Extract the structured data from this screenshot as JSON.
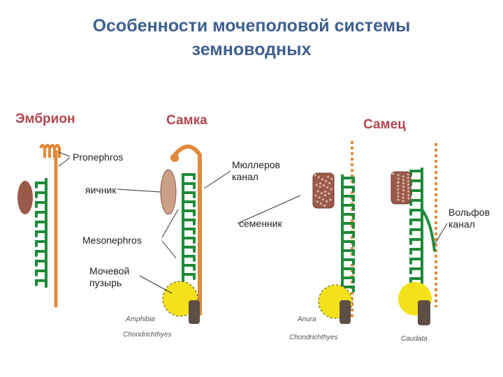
{
  "title": {
    "line1": "Особенности мочеполовой системы",
    "line2": "земноводных"
  },
  "sections": {
    "embryo": "Эмбрион",
    "female": "Самка",
    "male": "Самец"
  },
  "labels": {
    "pronephros": "Pronephros",
    "ovary": "яичник",
    "mesonephros": "Mesonephros",
    "bladder_1": "Мочевой",
    "bladder_2": "пузырь",
    "muller_1": "Мюллеров",
    "muller_2": "канал",
    "testis": "семенник",
    "wolff_1": "Вольфов",
    "wolff_2": "канал"
  },
  "taxa": {
    "amphibia": "Amphibia",
    "chondrichthyes_1": "Chondrichthyes",
    "anura": "Anura",
    "chondrichthyes_2": "Chondrichthyes",
    "caudata": "Caudata"
  },
  "colors": {
    "kidney_green": "#1e8a3a",
    "duct_orange": "#e08a3a",
    "gonad_brown": "#9a5a4a",
    "bladder_yellow": "#f5e11a",
    "cloaca_gray": "#5d4f46",
    "title_blue": "#3f5f8f",
    "section_red": "#b0474f"
  }
}
